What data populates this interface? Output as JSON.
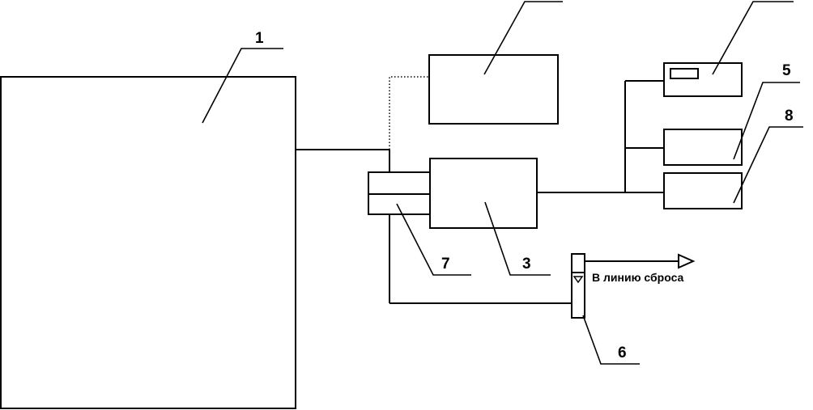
{
  "labels": {
    "block_1": "1",
    "block_3": "3",
    "block_5": "5",
    "block_6": "6",
    "block_7": "7",
    "block_8": "8"
  },
  "discharge_caption": "В линию сброса"
}
